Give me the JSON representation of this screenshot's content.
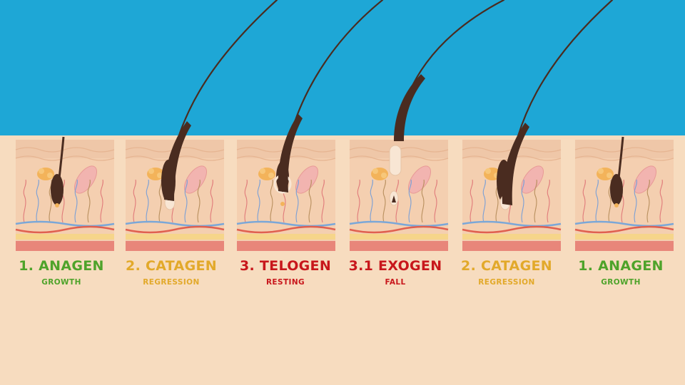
{
  "colors": {
    "sky": "#1ea7d6",
    "skin_background": "#f7dcbf",
    "hair": "#4a2c20",
    "anagen": "#4ea32a",
    "catagen": "#e2a92a",
    "telogen": "#c8171c",
    "exogen": "#c8171c"
  },
  "stages": [
    {
      "title": "1. ANAGEN",
      "subtitle": "GROWTH",
      "color": "#4ea32a",
      "phase": "anagen"
    },
    {
      "title": "2. CATAGEN",
      "subtitle": "REGRESSION",
      "color": "#e2a92a",
      "phase": "catagen"
    },
    {
      "title": "3. TELOGEN",
      "subtitle": "RESTING",
      "color": "#c8171c",
      "phase": "telogen"
    },
    {
      "title": "3.1 EXOGEN",
      "subtitle": "FALL",
      "color": "#c8171c",
      "phase": "exogen"
    },
    {
      "title": "2. CATAGEN",
      "subtitle": "REGRESSION",
      "color": "#e2a92a",
      "phase": "catagen"
    },
    {
      "title": "1. ANAGEN",
      "subtitle": "GROWTH",
      "color": "#4ea32a",
      "phase": "anagen"
    }
  ]
}
